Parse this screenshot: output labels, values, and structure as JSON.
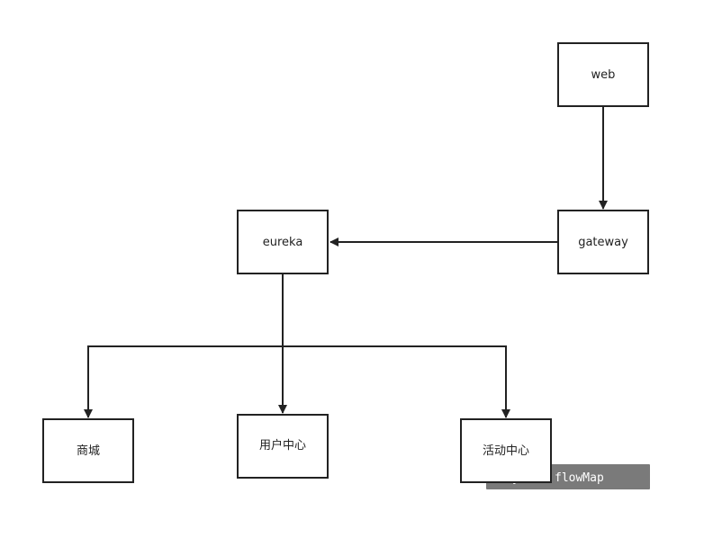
{
  "diagram": {
    "nodes": {
      "web": "web",
      "gateway": "gateway",
      "eureka": "eureka",
      "mall": "商城",
      "user_center": "用户中心",
      "activity_center": "活动中心"
    },
    "watermark": "by WPS flowMap",
    "colors": {
      "line": "#222222",
      "watermark_bg": "#7a7a7a",
      "background": "#ffffff"
    }
  }
}
